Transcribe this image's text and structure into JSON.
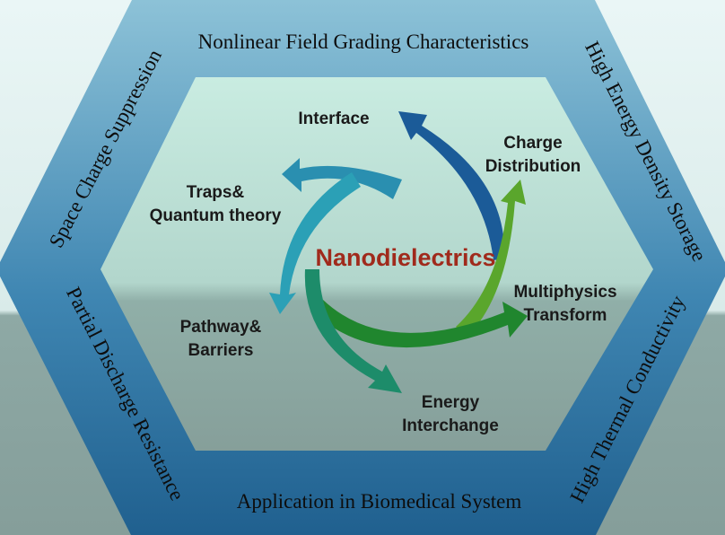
{
  "center": {
    "title": "Nanodielectrics",
    "color": "#a02a1c"
  },
  "ring_labels": {
    "top": "Nonlinear Field Grading Characteristics",
    "upper_right": "High Energy Density Storage",
    "lower_right": "High Thermal Conductivity",
    "bottom": "Application in Biomedical System",
    "lower_left": "Partial Discharge Resistance",
    "upper_left": "Space Charge Suppression"
  },
  "cycle": {
    "interface": "Interface",
    "charge_1": "Charge",
    "charge_2": "Distribution",
    "multi_1": "Multiphysics",
    "multi_2": "Transform",
    "energy_1": "Energy",
    "energy_2": "Interchange",
    "pathway_1": "Pathway&",
    "pathway_2": "Barriers",
    "traps_1": "Traps&",
    "traps_2": "Quantum theory"
  },
  "colors": {
    "ring_top": "#7fb6cf",
    "ring_bottom": "#2a6f9b",
    "inner_top": "#c7e8de",
    "inner_bottom": "#8fb0a8",
    "arrow_blue": "#1a5a9a",
    "arrow_teal": "#2b9ab0",
    "arrow_lightgreen": "#5aa830",
    "arrow_green": "#238a3a"
  }
}
